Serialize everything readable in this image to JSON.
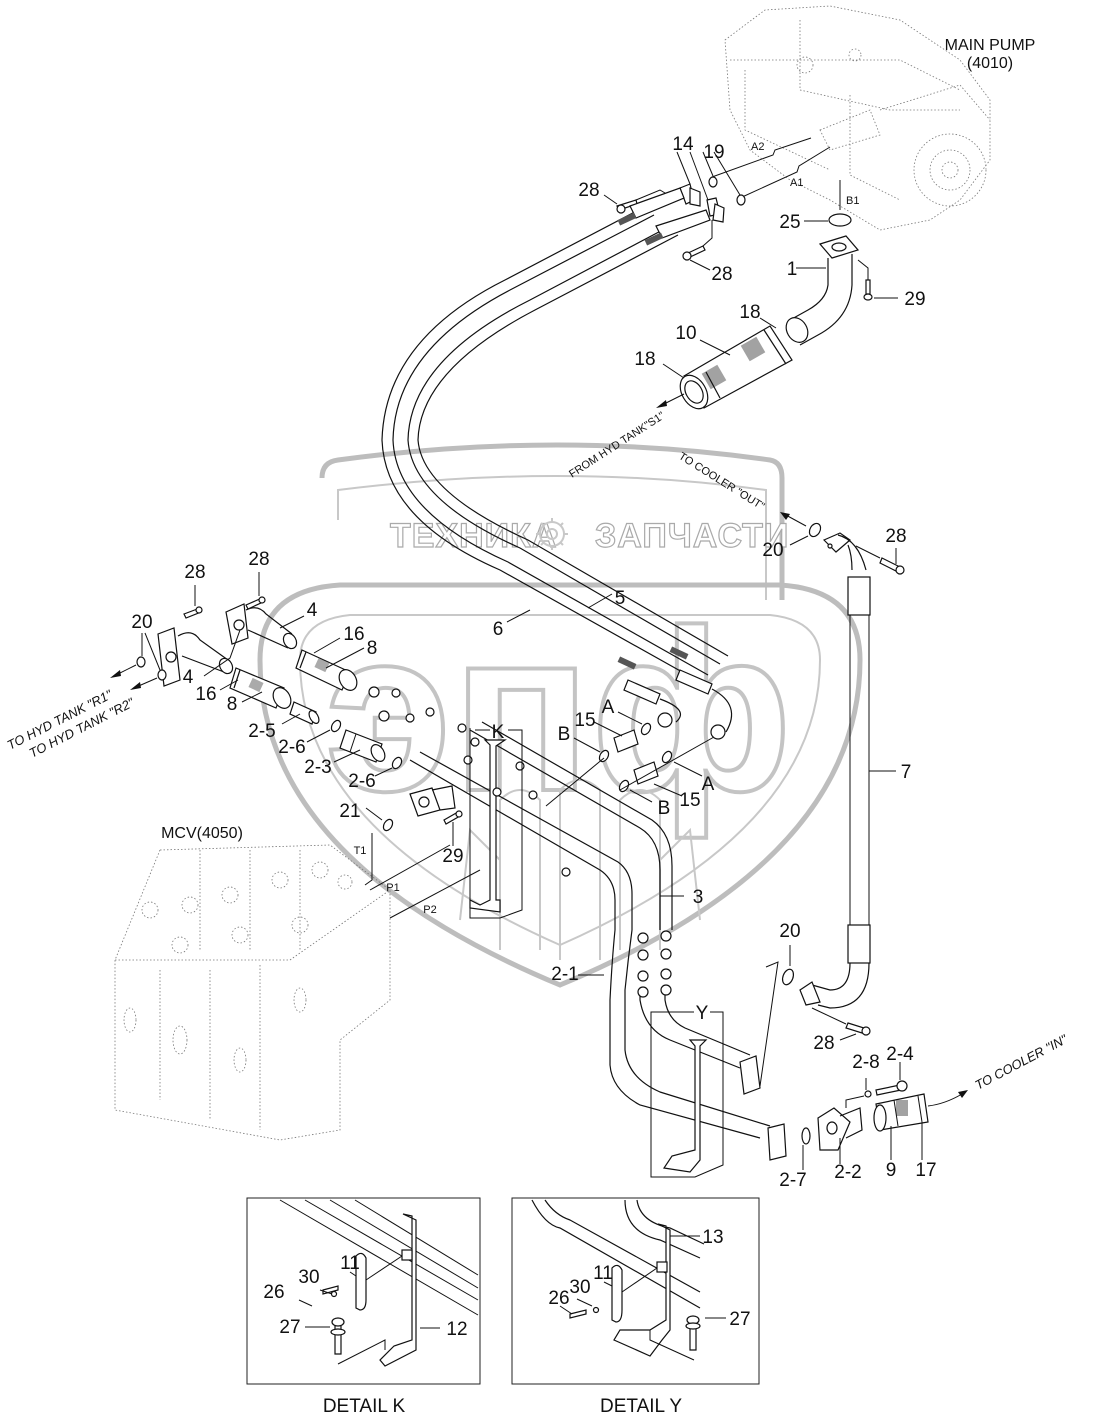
{
  "components": {
    "main_pump": {
      "name": "MAIN PUMP",
      "code": "(4010)"
    },
    "mcv": {
      "name": "MCV(4050)"
    }
  },
  "ports": {
    "a2": "A2",
    "a1": "A1",
    "b1": "B1",
    "t1": "T1",
    "p1": "P1",
    "p2": "P2",
    "a_top": "A",
    "a_bottom": "A",
    "b_top": "B",
    "b_bottom": "B"
  },
  "flow_labels": {
    "from_tank_s1": "FROM HYD TANK\"S1\"",
    "to_cooler_out": "TO COOLER \"OUT\"",
    "to_tank_r1": "TO HYD TANK \"R1\"",
    "to_tank_r2": "TO HYD TANK \"R2\"",
    "to_cooler_in": "TO COOLER \"IN\""
  },
  "part_labels": {
    "p14": "14",
    "p19": "19",
    "p28_pump_top": "28",
    "p28_pump_bottom": "28",
    "p25": "25",
    "p1": "1",
    "p29_pump": "29",
    "p18_top": "18",
    "p10": "10",
    "p18_left": "18",
    "p20_cooler_out": "20",
    "p28_cooler_out": "28",
    "p28_left_a": "28",
    "p28_left_b": "28",
    "p20_left": "20",
    "p4_top": "4",
    "p4_left": "4",
    "p16_top": "16",
    "p8_top": "8",
    "p16_left": "16",
    "p8_left": "8",
    "p5": "5",
    "p6": "6",
    "p2_5": "2-5",
    "p2_6_a": "2-6",
    "p2_3": "2-3",
    "p2_6_b": "2-6",
    "p21": "21",
    "p29_mcv": "29",
    "p15_top": "15",
    "p15_bottom": "15",
    "p7": "7",
    "p3": "3",
    "p2_1": "2-1",
    "p20_lower": "20",
    "p28_lower": "28",
    "p2_8": "2-8",
    "p2_4": "2-4",
    "p2_7": "2-7",
    "p2_2": "2-2",
    "p9": "9",
    "p17": "17",
    "detail_k_callout": "K",
    "detail_y_callout": "Y"
  },
  "details": {
    "k": {
      "title": "DETAIL K",
      "labels": {
        "p11": "11",
        "p30": "30",
        "p26": "26",
        "p27": "27",
        "p12": "12"
      }
    },
    "y": {
      "title": "DETAIL Y",
      "labels": {
        "p13": "13",
        "p11": "11",
        "p30": "30",
        "p26": "26",
        "p27": "27"
      }
    }
  },
  "watermark": {
    "line": "ТЕХНИКА",
    "line2": "ЗАПЧАСТИ",
    "logo": "эпф"
  }
}
